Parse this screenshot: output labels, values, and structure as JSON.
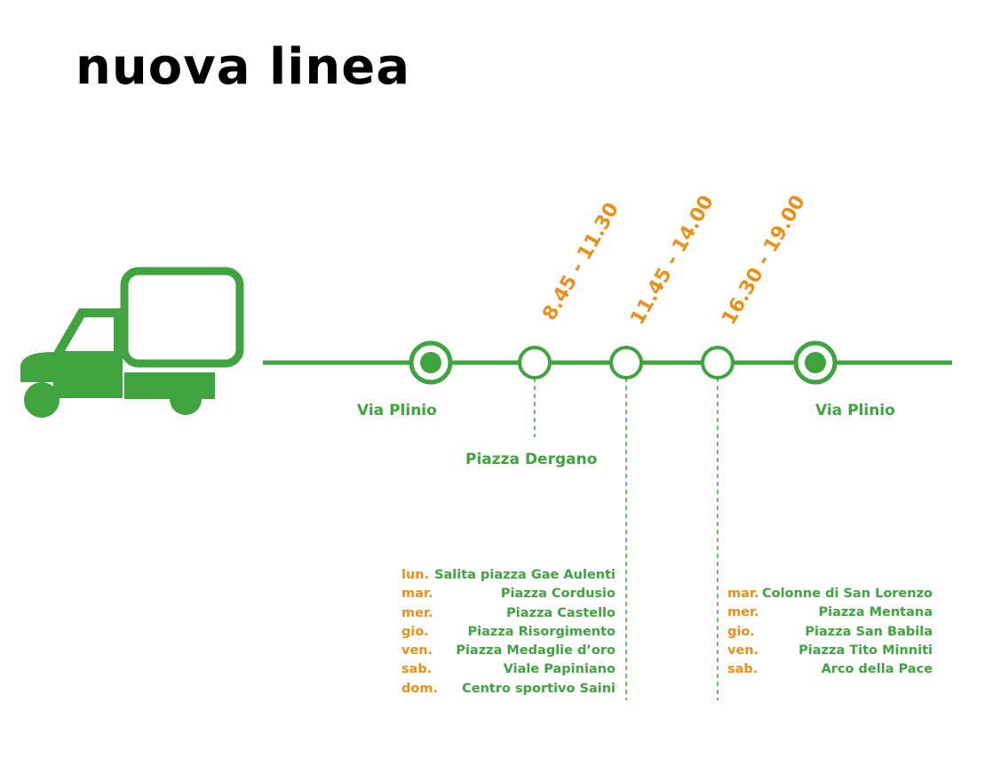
{
  "title": "nuova linea",
  "colors": {
    "line": "#3fa33f",
    "accent": "#e8901a"
  },
  "icons": {
    "vehicle": "truck-icon"
  },
  "stops": {
    "start": "Via Plinio",
    "dergano": "Piazza Dergano",
    "end": "Via Plinio"
  },
  "times": [
    "8.45 - 11.30",
    "11.45 - 14.00",
    "16.30 - 19.00"
  ],
  "schedule_midday": [
    {
      "day": "lun.",
      "place": "Salita piazza Gae Aulenti"
    },
    {
      "day": "mar.",
      "place": "Piazza Cordusio"
    },
    {
      "day": "mer.",
      "place": "Piazza Castello"
    },
    {
      "day": "gio.",
      "place": "Piazza Risorgimento"
    },
    {
      "day": "ven.",
      "place": "Piazza Medaglie d’oro"
    },
    {
      "day": "sab.",
      "place": "Viale Papiniano"
    },
    {
      "day": "dom.",
      "place": "Centro sportivo Saini"
    }
  ],
  "schedule_evening": [
    {
      "day": "mar.",
      "place": "Colonne di San Lorenzo"
    },
    {
      "day": "mer.",
      "place": "Piazza Mentana"
    },
    {
      "day": "gio.",
      "place": "Piazza San Babila"
    },
    {
      "day": "ven.",
      "place": "Piazza Tito Minniti"
    },
    {
      "day": "sab.",
      "place": "Arco della Pace"
    }
  ]
}
